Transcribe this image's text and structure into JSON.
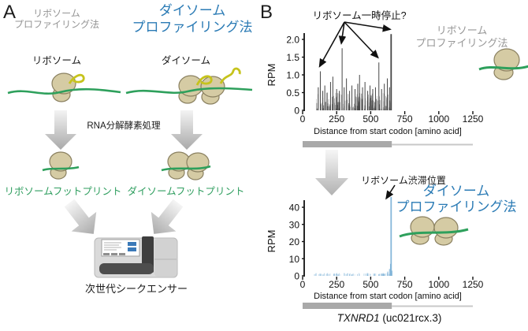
{
  "panel_a": {
    "label": "A",
    "gray_title": [
      "リボソーム",
      "プロファイリング法"
    ],
    "blue_title": [
      "ダイソーム",
      "プロファイリング法"
    ],
    "monosome_label": "リボソーム",
    "disome_label": "ダイソーム",
    "rnase_label": "RNA分解酵素処理",
    "monosome_footprint_label": "リボソームフットプリント",
    "disome_footprint_label": "ダイソームフットプリント",
    "sequencer_label": "次世代シークエンサー"
  },
  "panel_b": {
    "label": "B",
    "pause_annotation": "リボソーム一時停止?",
    "monosome_method_title": [
      "リボソーム",
      "プロファイリング法"
    ],
    "stall_annotation": "リボソーム渋滞位置",
    "disome_method_title": [
      "ダイソーム",
      "プロファイリング法"
    ],
    "gene_name": "TXNRD1",
    "gene_accession": "(uc021rcx.3)"
  },
  "colors": {
    "accent_blue": "#2b7bb5",
    "gray_text": "#949494",
    "green_mrna": "#2ea05c",
    "green_text": "#2f9e5f",
    "ribosome_tan": "#d5cba4",
    "ribosome_border": "#8a8060",
    "nascent_yellow": "#c6c31c",
    "cds_bar_gray": "#a9a9a9",
    "utr_line_gray": "#c8c8c8"
  },
  "chart_data": [
    {
      "id": "monosome_profile",
      "type": "bar",
      "title": "",
      "xlabel": "Distance from start codon [amino acid]",
      "ylabel": "RPM",
      "xlim": [
        0,
        1300
      ],
      "ylim": [
        0,
        2.2
      ],
      "xticks": [
        "0",
        "250",
        "500",
        "750",
        "1000",
        "1250"
      ],
      "xtick_values": [
        0,
        250,
        500,
        750,
        1000,
        1250
      ],
      "yticks": [
        "0",
        "0.5",
        "1.0",
        "1.5",
        "2.0"
      ],
      "ytick_values": [
        0,
        0.5,
        1.0,
        1.5,
        2.0
      ],
      "bar_color": "#3c3c3c",
      "peaks": [
        [
          115,
          0.65
        ],
        [
          130,
          1.1
        ],
        [
          148,
          0.55
        ],
        [
          163,
          0.7
        ],
        [
          180,
          0.5
        ],
        [
          205,
          0.8
        ],
        [
          222,
          0.95
        ],
        [
          250,
          0.6
        ],
        [
          270,
          0.55
        ],
        [
          290,
          1.75
        ],
        [
          305,
          0.65
        ],
        [
          322,
          0.9
        ],
        [
          345,
          0.55
        ],
        [
          362,
          0.7
        ],
        [
          385,
          0.6
        ],
        [
          405,
          0.75
        ],
        [
          418,
          1.0
        ],
        [
          440,
          0.65
        ],
        [
          458,
          0.8
        ],
        [
          478,
          0.55
        ],
        [
          495,
          0.7
        ],
        [
          515,
          0.6
        ],
        [
          535,
          0.65
        ],
        [
          560,
          1.35
        ],
        [
          580,
          0.6
        ],
        [
          600,
          0.75
        ],
        [
          622,
          0.9
        ],
        [
          638,
          0.65
        ],
        [
          650,
          2.15
        ]
      ],
      "noise": {
        "x_min": 100,
        "x_max": 660,
        "y_max": 0.45,
        "count": 160,
        "seed": 7
      },
      "cds": {
        "start": 0,
        "end": 655,
        "transcript_end": 1250
      },
      "pause_arrow_targets": [
        [
          130,
          1.1
        ],
        [
          290,
          1.75
        ],
        [
          560,
          1.35
        ],
        [
          650,
          2.15
        ]
      ]
    },
    {
      "id": "disome_profile",
      "type": "bar",
      "title": "",
      "xlabel": "Distance from start codon [amino acid]",
      "ylabel": "RPM",
      "xlim": [
        0,
        1300
      ],
      "ylim": [
        0,
        47
      ],
      "xticks": [
        "0",
        "250",
        "500",
        "750",
        "1000",
        "1250"
      ],
      "xtick_values": [
        0,
        250,
        500,
        750,
        1000,
        1250
      ],
      "yticks": [
        "0",
        "10",
        "20",
        "30",
        "40"
      ],
      "ytick_values": [
        0,
        10,
        20,
        30,
        40
      ],
      "bar_color": "#7fb3d8",
      "peaks": [
        [
          150,
          0.8
        ],
        [
          230,
          1.2
        ],
        [
          260,
          0.8
        ],
        [
          330,
          1.5
        ],
        [
          360,
          0.8
        ],
        [
          480,
          0.7
        ],
        [
          560,
          1.0
        ],
        [
          600,
          1.2
        ],
        [
          625,
          2.5
        ],
        [
          638,
          4
        ],
        [
          645,
          7
        ],
        [
          650,
          46
        ],
        [
          656,
          3
        ]
      ],
      "noise": {
        "x_min": 85,
        "x_max": 660,
        "y_max": 0.8,
        "count": 80,
        "seed": 3
      },
      "cds": {
        "start": 0,
        "end": 655,
        "transcript_end": 1250
      },
      "stall_peak_x": 650
    }
  ]
}
